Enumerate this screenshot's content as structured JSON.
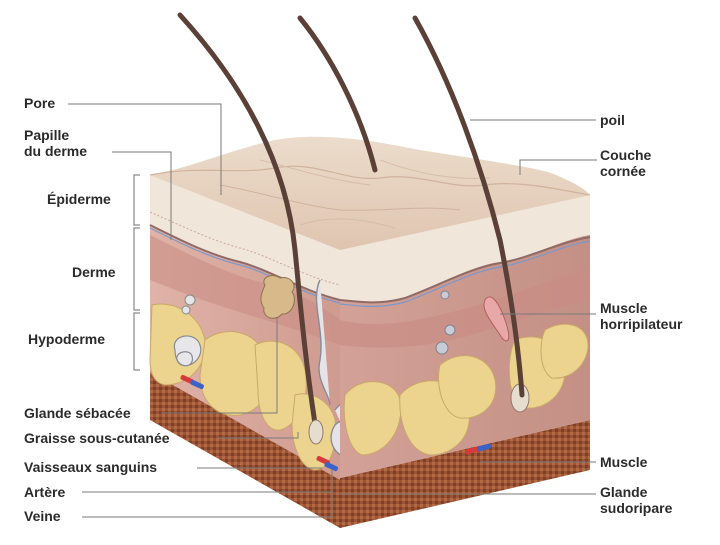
{
  "labels": {
    "pore": "Pore",
    "papille": [
      "Papille",
      "du derme"
    ],
    "epiderme": "Épiderme",
    "derme": "Derme",
    "hypoderme": "Hypoderme",
    "glande_sebacee": "Glande sébacée",
    "graisse": "Graisse sous-cutanée",
    "vaisseaux": "Vaisseaux sanguins",
    "artere": "Artère",
    "veine": "Veine",
    "poil": "poil",
    "couche_cornee": [
      "Couche",
      "cornée"
    ],
    "muscle_horripilateur": [
      "Muscle",
      "horripilateur"
    ],
    "muscle": "Muscle",
    "glande_sudoripare": [
      "Glande",
      "sudoripare"
    ]
  },
  "colors": {
    "epidermis_top": "#e9d4c2",
    "epidermis_light": "#f1e4d7",
    "dermis": "#d9a89e",
    "dermis_dark": "#b9746e",
    "fat": "#ecd48f",
    "hypodermis_base": "#a25a3c",
    "hair": "#5b4037",
    "leader_line": "#7a7a7a",
    "label_text": "#2b2b2b"
  }
}
